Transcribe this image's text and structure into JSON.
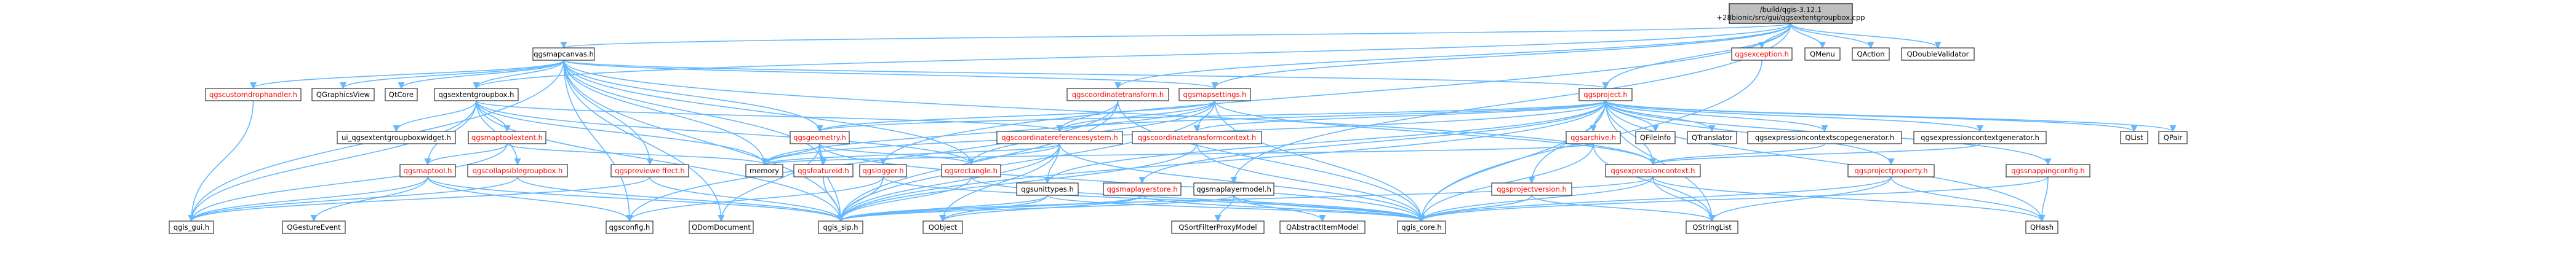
{
  "title": "/build/qgis-3.12.1+28bionic/src/gui/qgsextentgroupbox.cpp",
  "colors": {
    "edge": "#63b8ff",
    "node_border": "#333333",
    "root_fill": "#bfbfbf",
    "node_fill": "#ffffff",
    "documented_text": "#000000",
    "undocumented_text": "#ff0000"
  },
  "nodes": [
    {
      "id": "root",
      "text_lines": [
        "/build/qgis-3.12.1",
        "+28bionic/src/gui/qgsextentgroupbox.cpp"
      ],
      "root": true
    },
    {
      "id": "qgsmapcanvas",
      "text_lines": [
        "qgsmapcanvas.h"
      ]
    },
    {
      "id": "qgsexception",
      "text_lines": [
        "qgsexception.h"
      ],
      "red": true
    },
    {
      "id": "qmenu",
      "text_lines": [
        "QMenu"
      ]
    },
    {
      "id": "qaction",
      "text_lines": [
        "QAction"
      ]
    },
    {
      "id": "qdoublevalidator",
      "text_lines": [
        "QDoubleValidator"
      ]
    },
    {
      "id": "qgscustomdrophandler",
      "text_lines": [
        "qgscustomdrophandler.h"
      ],
      "red": true
    },
    {
      "id": "qgraphicsview",
      "text_lines": [
        "QGraphicsView"
      ]
    },
    {
      "id": "qtcore",
      "text_lines": [
        "QtCore"
      ]
    },
    {
      "id": "qgsextentgroupbox",
      "text_lines": [
        "qgsextentgroupbox.h"
      ]
    },
    {
      "id": "qgscoordinatetransform",
      "text_lines": [
        "qgscoordinatetransform.h"
      ],
      "red": true
    },
    {
      "id": "qgsmapsettings",
      "text_lines": [
        "qgsmapsettings.h"
      ],
      "red": true
    },
    {
      "id": "qgsproject",
      "text_lines": [
        "qgsproject.h"
      ],
      "red": true
    },
    {
      "id": "ui_qgsextentgroupboxwidget",
      "text_lines": [
        "ui_qgsextentgroupboxwidget.h"
      ]
    },
    {
      "id": "qgsmaptoolextent",
      "text_lines": [
        "qgsmaptoolextent.h"
      ],
      "red": true
    },
    {
      "id": "qgsgeometry",
      "text_lines": [
        "qgsgeometry.h"
      ],
      "red": true
    },
    {
      "id": "qgscoordinatereferencesystem",
      "text_lines": [
        "qgscoordinatereferencesystem.h"
      ],
      "red": true
    },
    {
      "id": "qgscoordinatetransformcontext",
      "text_lines": [
        "qgscoordinatetransformcontext.h"
      ],
      "red": true
    },
    {
      "id": "qgsarchive",
      "text_lines": [
        "qgsarchive.h"
      ],
      "red": true
    },
    {
      "id": "qfileinfo",
      "text_lines": [
        "QFileInfo"
      ]
    },
    {
      "id": "qtranslator",
      "text_lines": [
        "QTranslator"
      ]
    },
    {
      "id": "qgsexpressioncontextscopegenerator",
      "text_lines": [
        "qgsexpressioncontextscopegenerator.h"
      ]
    },
    {
      "id": "qgsexpressioncontextgenerator",
      "text_lines": [
        "qgsexpressioncontextgenerator.h"
      ]
    },
    {
      "id": "qlist",
      "text_lines": [
        "QList"
      ]
    },
    {
      "id": "qpair",
      "text_lines": [
        "QPair"
      ]
    },
    {
      "id": "qgsmaptool",
      "text_lines": [
        "qgsmaptool.h"
      ],
      "red": true
    },
    {
      "id": "qgscollapsiblegroupbox",
      "text_lines": [
        "qgscollapsiblegroupbox.h"
      ],
      "red": true
    },
    {
      "id": "qgspreviewe ffect",
      "text_lines": [
        "qgspreviewe ffect.h"
      ],
      "red": true
    },
    {
      "id": "memory",
      "text_lines": [
        "memory"
      ]
    },
    {
      "id": "qgsfeatureid",
      "text_lines": [
        "qgsfeatureid.h"
      ],
      "red": true
    },
    {
      "id": "qgslogger",
      "text_lines": [
        "qgslogger.h"
      ],
      "red": true
    },
    {
      "id": "qgsrectangle",
      "text_lines": [
        "qgsrectangle.h"
      ],
      "red": true
    },
    {
      "id": "qgsunittypes",
      "text_lines": [
        "qgsunittypes.h"
      ]
    },
    {
      "id": "qgsmaplayerstore",
      "text_lines": [
        "qgsmaplayerstore.h"
      ],
      "red": true
    },
    {
      "id": "qgsmaplayermodel",
      "text_lines": [
        "qgsmaplayermodel.h"
      ]
    },
    {
      "id": "qgsprojectversion",
      "text_lines": [
        "qgsprojectversion.h"
      ],
      "red": true
    },
    {
      "id": "qgsexpressioncontext",
      "text_lines": [
        "qgsexpressioncontext.h"
      ],
      "red": true
    },
    {
      "id": "qgsprojectproperty",
      "text_lines": [
        "qgsprojectproperty.h"
      ],
      "red": true
    },
    {
      "id": "qgssnappingconfig",
      "text_lines": [
        "qgssnappingconfig.h"
      ],
      "red": true
    },
    {
      "id": "qgis_gui",
      "text_lines": [
        "qgis_gui.h"
      ]
    },
    {
      "id": "qgestureevent",
      "text_lines": [
        "QGestureEvent"
      ]
    },
    {
      "id": "qgsconfig",
      "text_lines": [
        "qgsconfig.h"
      ]
    },
    {
      "id": "qdomdocument",
      "text_lines": [
        "QDomDocument"
      ]
    },
    {
      "id": "qgis_sip",
      "text_lines": [
        "qgis_sip.h"
      ]
    },
    {
      "id": "qobject",
      "text_lines": [
        "QObject"
      ]
    },
    {
      "id": "qsortfilterproxymodel",
      "text_lines": [
        "QSortFilterProxyModel"
      ]
    },
    {
      "id": "qabstractitemmodel",
      "text_lines": [
        "QAbstractItemModel"
      ]
    },
    {
      "id": "qgis_core",
      "text_lines": [
        "qgis_core.h"
      ]
    },
    {
      "id": "qstringlist",
      "text_lines": [
        "QStringList"
      ]
    },
    {
      "id": "qhash",
      "text_lines": [
        "QHash"
      ]
    }
  ],
  "edges": [
    [
      "root",
      "qgsmapcanvas"
    ],
    [
      "root",
      "qgsexception"
    ],
    [
      "root",
      "qmenu"
    ],
    [
      "root",
      "qaction"
    ],
    [
      "root",
      "qdoublevalidator"
    ],
    [
      "root",
      "qgsextentgroupbox"
    ],
    [
      "root",
      "qgscoordinatetransform"
    ],
    [
      "root",
      "qgsmapsettings"
    ],
    [
      "root",
      "qgsproject"
    ],
    [
      "root",
      "qgslogger"
    ],
    [
      "root",
      "qgsmaplayermodel"
    ],
    [
      "qgsmapcanvas",
      "qgscustomdrophandler"
    ],
    [
      "qgsmapcanvas",
      "qgraphicsview"
    ],
    [
      "qgsmapcanvas",
      "qtcore"
    ],
    [
      "qgsmapcanvas",
      "qgsextentgroupbox"
    ],
    [
      "qgsmapcanvas",
      "qgsmapsettings"
    ],
    [
      "qgsmapcanvas",
      "qgsproject"
    ],
    [
      "qgsmapcanvas",
      "qgsgeometry"
    ],
    [
      "qgsmapcanvas",
      "qgsrectangle"
    ],
    [
      "qgsmapcanvas",
      "qgspreviewe ffect"
    ],
    [
      "qgsmapcanvas",
      "qgsfeatureid"
    ],
    [
      "qgsmapcanvas",
      "qgis_gui"
    ],
    [
      "qgsmapcanvas",
      "qgsconfig"
    ],
    [
      "qgsmapcanvas",
      "qdomdocument"
    ],
    [
      "qgsmapcanvas",
      "qgis_sip"
    ],
    [
      "qgsmapcanvas",
      "memory"
    ],
    [
      "qgsmapcanvas",
      "qgsexpressioncontext"
    ],
    [
      "qgscustomdrophandler",
      "qgis_gui"
    ],
    [
      "qgsextentgroupbox",
      "ui_qgsextentgroupboxwidget"
    ],
    [
      "qgsextentgroupbox",
      "qgsmaptoolextent"
    ],
    [
      "qgsextentgroupbox",
      "qgscollapsiblegroupbox"
    ],
    [
      "qgsextentgroupbox",
      "qgscoordinatereferencesystem"
    ],
    [
      "qgsextentgroupbox",
      "qgsrectangle"
    ],
    [
      "qgsextentgroupbox",
      "qgis_gui"
    ],
    [
      "qgsextentgroupbox",
      "memory"
    ],
    [
      "qgsextentgroupbox",
      "qgis_sip"
    ],
    [
      "qgsextentgroupbox",
      "qgsmaptool"
    ],
    [
      "qgsmaptoolextent",
      "qgsmaptool"
    ],
    [
      "qgsmaptoolextent",
      "qgis_gui"
    ],
    [
      "qgsmaptoolextent",
      "memory"
    ],
    [
      "qgsmaptool",
      "qgis_gui"
    ],
    [
      "qgsmaptool",
      "qgestureevent"
    ],
    [
      "qgsmaptool",
      "qgsconfig"
    ],
    [
      "qgsmaptool",
      "qgis_sip"
    ],
    [
      "qgscollapsiblegroupbox",
      "qgis_gui"
    ],
    [
      "qgscollapsiblegroupbox",
      "qgis_sip"
    ],
    [
      "qgspreviewe ffect",
      "qgis_gui"
    ],
    [
      "qgspreviewe ffect",
      "qgis_sip"
    ],
    [
      "qgscoordinatetransform",
      "qgscoordinatereferencesystem"
    ],
    [
      "qgscoordinatetransform",
      "qgis_core"
    ],
    [
      "qgscoordinatetransform",
      "qgis_sip"
    ],
    [
      "qgscoordinatetransform",
      "qgsconfig"
    ],
    [
      "qgsmapsettings",
      "qgsgeometry"
    ],
    [
      "qgsmapsettings",
      "qgscoordinatereferencesystem"
    ],
    [
      "qgsmapsettings",
      "qgscoordinatetransformcontext"
    ],
    [
      "qgsmapsettings",
      "qgsrectangle"
    ],
    [
      "qgsmapsettings",
      "qgis_core"
    ],
    [
      "qgsmapsettings",
      "qgis_sip"
    ],
    [
      "qgsmapsettings",
      "memory"
    ],
    [
      "qgsmapsettings",
      "qgsexpressioncontext"
    ],
    [
      "qgsproject",
      "qgscoordinatereferencesystem"
    ],
    [
      "qgsproject",
      "qgscoordinatetransformcontext"
    ],
    [
      "qgsproject",
      "qgsarchive"
    ],
    [
      "qgsproject",
      "qfileinfo"
    ],
    [
      "qgsproject",
      "qtranslator"
    ],
    [
      "qgsproject",
      "qgsexpressioncontextscopegenerator"
    ],
    [
      "qgsproject",
      "qgsexpressioncontextgenerator"
    ],
    [
      "qgsproject",
      "qlist"
    ],
    [
      "qgsproject",
      "qpair"
    ],
    [
      "qgsproject",
      "qgsunittypes"
    ],
    [
      "qgsproject",
      "qgsmaplayerstore"
    ],
    [
      "qgsproject",
      "qgsprojectversion"
    ],
    [
      "qgsproject",
      "qgsexpressioncontext"
    ],
    [
      "qgsproject",
      "qgsprojectproperty"
    ],
    [
      "qgsproject",
      "qgssnappingconfig"
    ],
    [
      "qgsproject",
      "qgis_core"
    ],
    [
      "qgsproject",
      "qgis_sip"
    ],
    [
      "qgsproject",
      "qhash"
    ],
    [
      "qgsproject",
      "qstringlist"
    ],
    [
      "qgsproject",
      "qgsgeometry"
    ],
    [
      "qgsproject",
      "memory"
    ],
    [
      "qgsgeometry",
      "memory"
    ],
    [
      "qgsgeometry",
      "qgsfeatureid"
    ],
    [
      "qgsgeometry",
      "qgsrectangle"
    ],
    [
      "qgsgeometry",
      "qgis_core"
    ],
    [
      "qgsgeometry",
      "qgis_sip"
    ],
    [
      "qgsgeometry",
      "qdomdocument"
    ],
    [
      "qgscoordinatereferencesystem",
      "qgsunittypes"
    ],
    [
      "qgscoordinatereferencesystem",
      "qgsrectangle"
    ],
    [
      "qgscoordinatereferencesystem",
      "qgis_core"
    ],
    [
      "qgscoordinatereferencesystem",
      "qgis_sip"
    ],
    [
      "qgscoordinatereferencesystem",
      "qobject"
    ],
    [
      "qgscoordinatereferencesystem",
      "memory"
    ],
    [
      "qgscoordinatetransformcontext",
      "qgis_core"
    ],
    [
      "qgscoordinatetransformcontext",
      "qgis_sip"
    ],
    [
      "qgsarchive",
      "qgis_core"
    ],
    [
      "qgsarchive",
      "qstringlist"
    ],
    [
      "qgsarchive",
      "memory"
    ],
    [
      "qgsexpressioncontextscopegenerator",
      "qgsexpressioncontext"
    ],
    [
      "qgsexpressioncontextgenerator",
      "qgsexpressioncontext"
    ],
    [
      "qgsfeatureid",
      "qgis_sip"
    ],
    [
      "qgslogger",
      "qgis_core"
    ],
    [
      "qgslogger",
      "qgis_sip"
    ],
    [
      "qgslogger",
      "qgsconfig"
    ],
    [
      "qgsrectangle",
      "qgis_core"
    ],
    [
      "qgsrectangle",
      "qgis_sip"
    ],
    [
      "qgsunittypes",
      "qgis_core"
    ],
    [
      "qgsunittypes",
      "qgis_sip"
    ],
    [
      "qgsunittypes",
      "qobject"
    ],
    [
      "qgsmaplayerstore",
      "qgis_core"
    ],
    [
      "qgsmaplayerstore",
      "qobject"
    ],
    [
      "qgsmaplayerstore",
      "qgis_sip"
    ],
    [
      "qgsmaplayermodel",
      "qsortfilterproxymodel"
    ],
    [
      "qgsmaplayermodel",
      "qabstractitemmodel"
    ],
    [
      "qgsmaplayermodel",
      "qgis_core"
    ],
    [
      "qgsmaplayermodel",
      "qgis_sip"
    ],
    [
      "qgsprojectversion",
      "qgis_core"
    ],
    [
      "qgsprojectversion",
      "qstringlist"
    ],
    [
      "qgsexpressioncontext",
      "qgis_core"
    ],
    [
      "qgsexpressioncontext",
      "qgis_sip"
    ],
    [
      "qgsexpressioncontext",
      "qstringlist"
    ],
    [
      "qgsexpressioncontext",
      "qhash"
    ],
    [
      "qgsprojectproperty",
      "qgis_core"
    ],
    [
      "qgsprojectproperty",
      "qstringlist"
    ],
    [
      "qgsprojectproperty",
      "qhash"
    ],
    [
      "qgssnappingconfig",
      "qgis_core"
    ],
    [
      "qgssnappingconfig",
      "qhash"
    ],
    [
      "qgsexception",
      "qgis_core"
    ]
  ]
}
